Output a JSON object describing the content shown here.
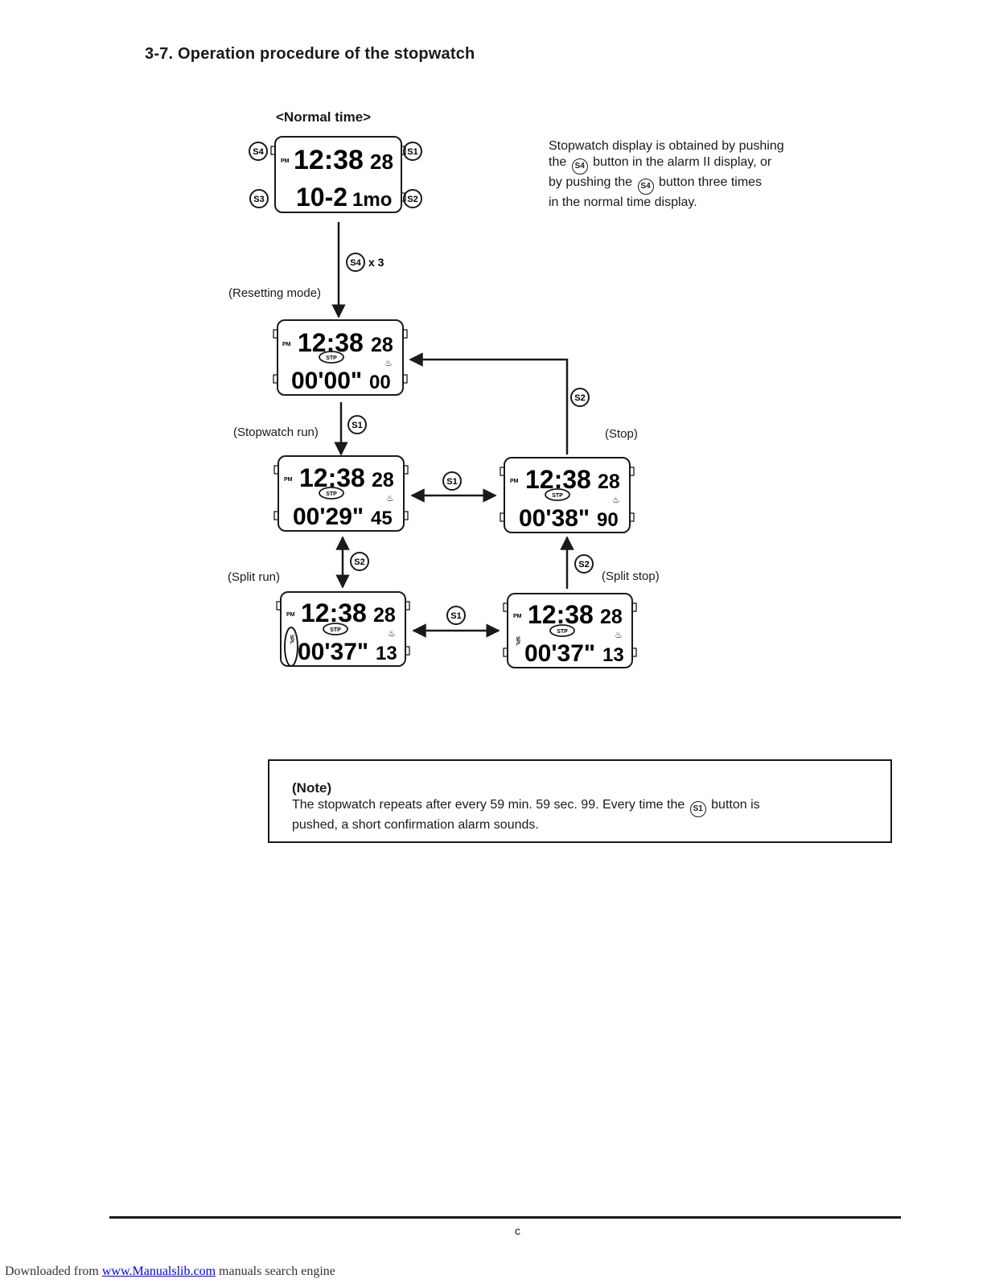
{
  "title": "3-7. Operation procedure of the stopwatch",
  "normal_time_label": "<Normal time>",
  "description": {
    "line1": "Stopwatch display is obtained by pushing",
    "line2_pre": "the",
    "line2_btn": "S4",
    "line2_post": "button in the alarm II display, or",
    "line3_pre": "by pushing the",
    "line3_btn": "S4",
    "line3_post": "button three times",
    "line4": "in the normal time display."
  },
  "buttons": {
    "s1": "S1",
    "s2": "S2",
    "s3": "S3",
    "s4": "S4",
    "times3": "x 3"
  },
  "modes": {
    "resetting": "(Resetting mode)",
    "stopwatch_run": "(Stopwatch run)",
    "stop": "(Stop)",
    "split_run": "(Split run)",
    "split_stop": "(Split stop)"
  },
  "displays": {
    "normal": {
      "pm": "PM",
      "top": "12:38",
      "sec": "28",
      "bottom": "10-2",
      "day": "1mo"
    },
    "reset": {
      "pm": "PM",
      "top": "12:38",
      "sec": "28",
      "badge": "STP",
      "bottom": "00'00\"",
      "hund": "00"
    },
    "run": {
      "pm": "PM",
      "top": "12:38",
      "sec": "28",
      "badge": "STP",
      "bottom": "00'29\"",
      "hund": "45"
    },
    "stop": {
      "pm": "PM",
      "top": "12:38",
      "sec": "28",
      "badge": "STP",
      "bottom": "00'38\"",
      "hund": "90"
    },
    "split_run": {
      "pm": "PM",
      "top": "12:38",
      "sec": "28",
      "badge": "STP",
      "split": "SPL",
      "bottom": "00'37\"",
      "hund": "13"
    },
    "split_stop": {
      "pm": "PM",
      "top": "12:38",
      "sec": "28",
      "badge": "STP",
      "split": "SPL",
      "bottom": "00'37\"",
      "hund": "13"
    }
  },
  "note": {
    "title": "(Note)",
    "line1_pre": "The stopwatch repeats after every 59 min. 59 sec. 99. Every time the",
    "line1_btn": "S1",
    "line1_post": "button is",
    "line2": "pushed, a short confirmation alarm sounds."
  },
  "page_mark": "c",
  "footer": {
    "prefix": "Downloaded from ",
    "link": "www.Manualslib.com",
    "suffix": " manuals search engine"
  }
}
